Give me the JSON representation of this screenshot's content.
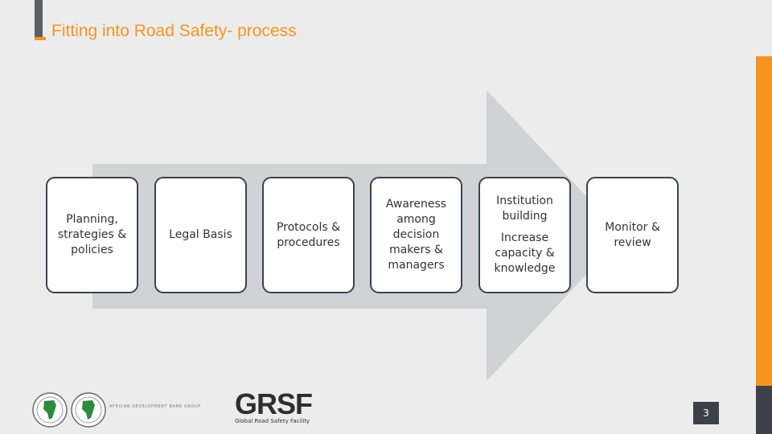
{
  "header": {
    "title": "Fitting into Road Safety- process"
  },
  "steps": [
    {
      "lines": [
        "Planning,",
        "strategies &",
        "policies"
      ]
    },
    {
      "lines": [
        "Legal Basis"
      ]
    },
    {
      "lines": [
        "Protocols &",
        "procedures"
      ]
    },
    {
      "lines": [
        "Awareness",
        "among",
        "decision",
        "makers &",
        "managers"
      ]
    },
    {
      "lines": [
        "Institution",
        "building"
      ],
      "lines2": [
        "Increase",
        "capacity &",
        "knowledge"
      ]
    },
    {
      "lines": [
        "Monitor &",
        "review"
      ]
    }
  ],
  "footer": {
    "page_number": "3",
    "afdb_text": "AFRICAN DEVELOPMENT BANK GROUP",
    "grsf_logo": "GRSF",
    "grsf_subtitle": "Global Road Safety Facility"
  },
  "colors": {
    "accent": "#f7941d",
    "dark": "#3c4149",
    "arrow": "#d1d2d6"
  }
}
